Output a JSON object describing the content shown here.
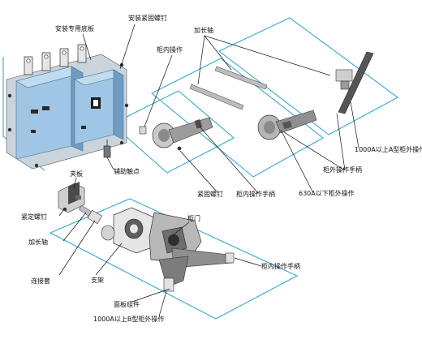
{
  "colors": {
    "panel_outline": "#35a9cf",
    "breaker_body": "#9fc6e4",
    "breaker_shadow": "#6f9cc4",
    "metal_dark": "#3d3d3d",
    "metal_mid": "#8a8a8a",
    "metal_light": "#cfcfcf",
    "label_text": "#111111"
  },
  "labels": {
    "mounting_base": "安装专用底板",
    "mounting_screw": "安装紧固螺钉",
    "extension_shaft_top": "加长轴",
    "in_cabinet_op_top": "柜内操作",
    "aux_contact": "辅助触点",
    "fastening_screw": "紧固螺钉",
    "in_cabinet_handle_mid": "柜内操作手柄",
    "below_630a_outside": "630A以下柜外操作",
    "outside_handle": "柜外操作手柄",
    "a_type_above_1000": "1000A以上A型柜外操作",
    "clamp_plate": "夹板",
    "set_screw": "紧定螺钉",
    "extension_shaft_left": "加长轴",
    "coupling": "连接套",
    "bracket": "支架",
    "cabinet_door": "柜门",
    "in_cabinet_handle_bottom": "柜内操作手柄",
    "panel_assembly": "面板组件",
    "b_type_above_1000": "1000A以上B型柜外操作"
  }
}
